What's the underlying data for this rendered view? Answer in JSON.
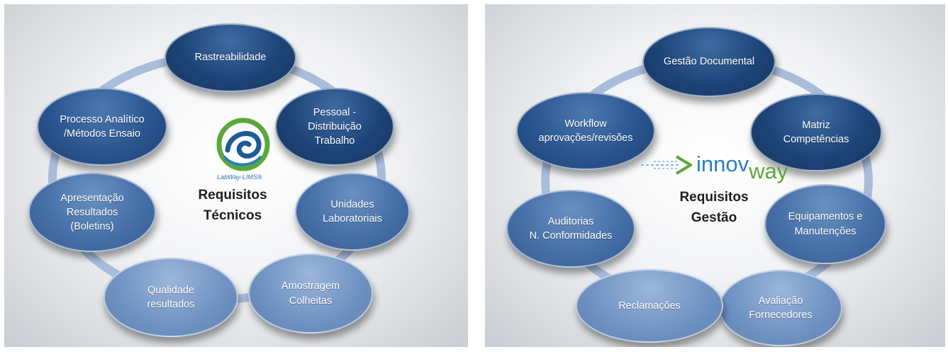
{
  "left": {
    "center_title": "Requisitos\nTécnicos",
    "logo_caption": "LabWay-LIMS®",
    "nodes": [
      {
        "label": "Rastreabilidade"
      },
      {
        "label": "Pessoal -\nDistribuição\nTrabalho"
      },
      {
        "label": "Unidades\nLaboratoriais"
      },
      {
        "label": "Amostragem\nColheitas"
      },
      {
        "label": "Qualidade\nresultados"
      },
      {
        "label": "Apresentação\nResultados\n(Boletins)"
      },
      {
        "label": "Processo Analítico\n/Métodos Ensaio"
      }
    ]
  },
  "right": {
    "center_title": "Requisitos\nGestão",
    "logo_text_1": "innov",
    "logo_text_2": "way",
    "nodes": [
      {
        "label": "Gestão Documental"
      },
      {
        "label": "Matriz\nCompetências"
      },
      {
        "label": "Equipamentos e\nManutenções"
      },
      {
        "label": "Avaliação\nFornecedores"
      },
      {
        "label": "Reclamações"
      },
      {
        "label": "Auditorias\nN. Conformidades"
      },
      {
        "label": "Workflow\naprovações/revisões"
      }
    ]
  },
  "colors": {
    "dark_blue": "#1d4478",
    "mid_blue": "#2a5590",
    "light_blue": "#7294c4",
    "ring": "#a9bddb",
    "innov_blue": "#2b7fc1",
    "way_green": "#5aa83a"
  }
}
